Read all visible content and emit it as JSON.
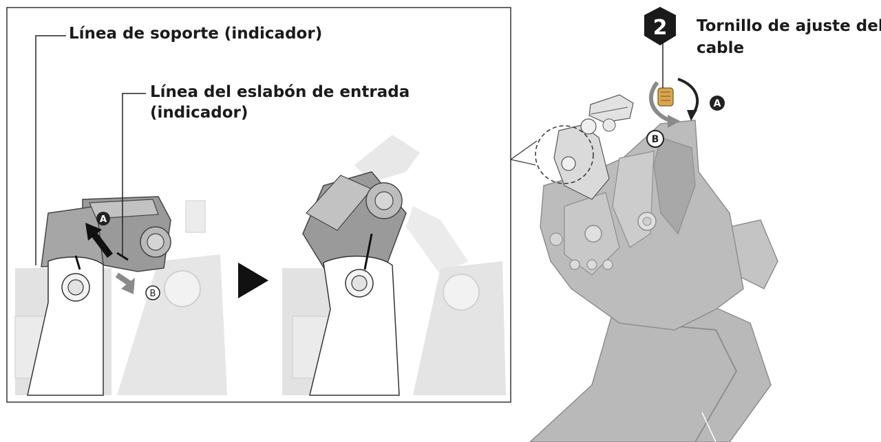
{
  "labels": {
    "support_line": "Línea de soporte (indicador)",
    "link_line_1": "Línea del eslabón de entrada",
    "link_line_2": "(indicador)",
    "screw_1": "Tornillo de ajuste del",
    "screw_2": "cable",
    "step": "2"
  },
  "markers": {
    "a": "A",
    "b": "B"
  },
  "colors": {
    "part_gray": "#b5b5b5",
    "part_light": "#d2d2d2",
    "part_dark": "#8e8e8e",
    "ghost": "#e4e4e4",
    "line": "#222222",
    "screw_gold": "#d9a552",
    "arrow_gray": "#8a8a8a"
  }
}
